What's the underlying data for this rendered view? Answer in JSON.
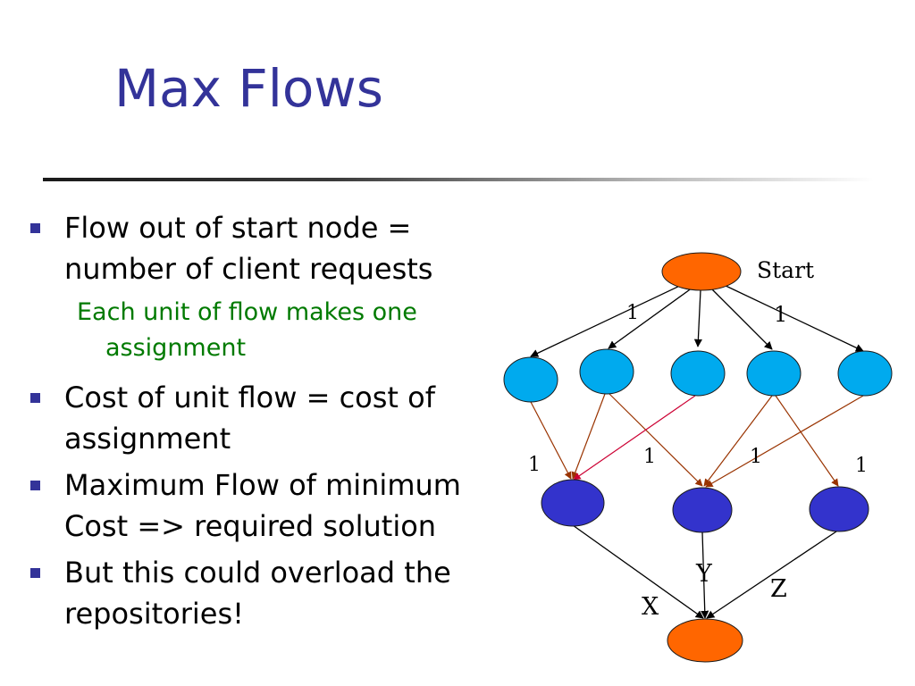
{
  "slide": {
    "title": "Max Flows",
    "bullets": [
      {
        "text": "Flow out of start node = number of client requests"
      },
      {
        "sub": "Each unit of flow makes one assignment"
      },
      {
        "text": "Cost of unit flow = cost of assignment"
      },
      {
        "text": "Maximum Flow of minimum Cost => required solution"
      },
      {
        "text": "But this could overload the repositories!"
      }
    ]
  },
  "graph": {
    "labels": {
      "start": "Start",
      "edge_a": "1",
      "edge_b": "1",
      "edge_c": "1",
      "edge_d": "1",
      "edge_e": "1",
      "edge_f": "1",
      "x": "X",
      "y": "Y",
      "z": "Z"
    },
    "colors": {
      "source_sink": "#ff6600",
      "client": "#00aaee",
      "repository": "#3333cc",
      "black_edge": "#000000",
      "brown_edge": "#993300",
      "red_edge": "#cc0033"
    }
  }
}
